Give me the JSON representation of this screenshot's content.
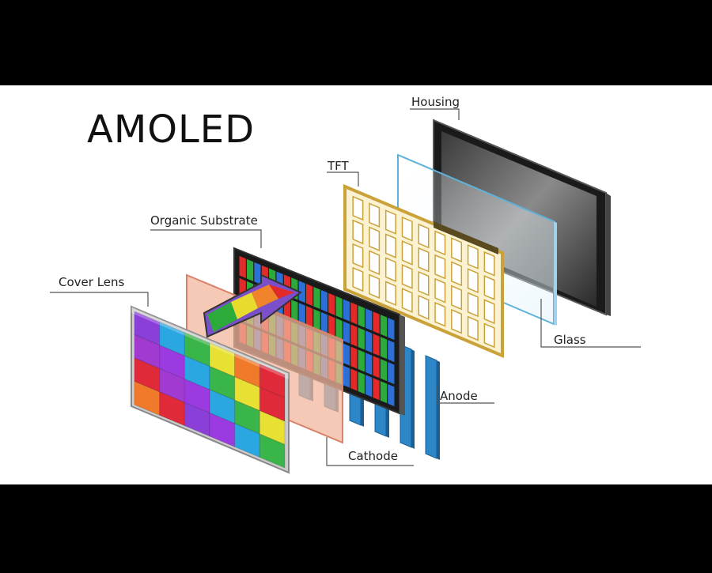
{
  "title": "AMOLED",
  "labels": {
    "housing": "Housing",
    "tft": "TFT",
    "organic_substrate": "Organic Substrate",
    "cover_lens": "Cover Lens",
    "glass": "Glass",
    "anode": "Anode",
    "cathode": "Cathode"
  },
  "colors": {
    "background": "#ffffff",
    "letterbox": "#000000",
    "tft_gold": "#c9a23a",
    "anode_blue": "#2c86c8",
    "cathode_pink": "#f2b79c",
    "housing_dark": "#1a1a1a",
    "glass_edge": "#5fb3d9"
  },
  "icons": [
    "rainbow-arrow-icon"
  ]
}
